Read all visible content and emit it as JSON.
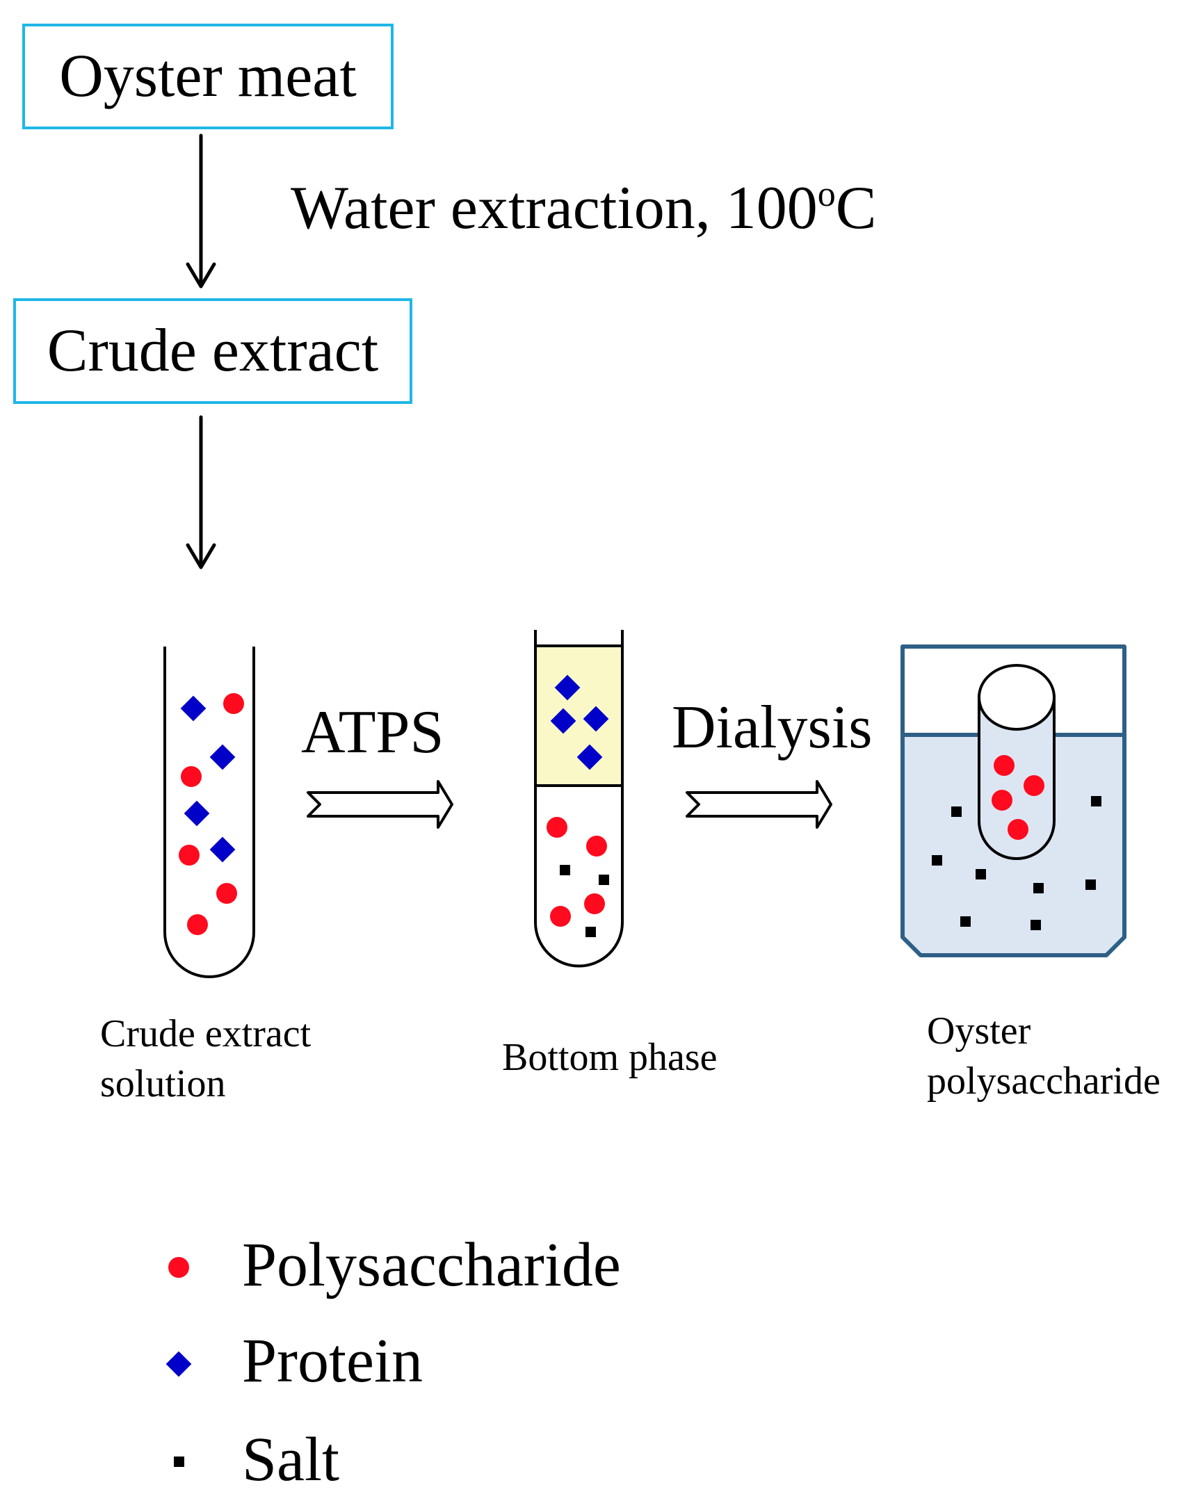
{
  "steps": {
    "start": "Oyster meat",
    "intermediate": "Crude extract"
  },
  "transitions": {
    "water_extraction": "Water extraction, 100",
    "water_extraction_sup": "o",
    "water_extraction_unit": "C",
    "atps": "ATPS",
    "dialysis": "Dialysis"
  },
  "stages": {
    "crude_solution": [
      "Crude extract",
      "solution"
    ],
    "bottom_phase": "Bottom phase",
    "oyster_polysaccharide": [
      "Oyster",
      "polysaccharide"
    ]
  },
  "legend": [
    {
      "label": "Polysaccharide",
      "icon": "red-circle-icon",
      "color": "#ff0a1e"
    },
    {
      "label": "Protein",
      "icon": "blue-diamond-icon",
      "color": "#0000c8"
    },
    {
      "label": "Salt",
      "icon": "black-square-icon",
      "color": "#000000"
    }
  ],
  "colors": {
    "box_border": "#1fb7e6",
    "top_phase_fill": "#fbf8c8",
    "dialysis_fluid": "#dce6f2",
    "beaker_border": "#2e5f86"
  }
}
